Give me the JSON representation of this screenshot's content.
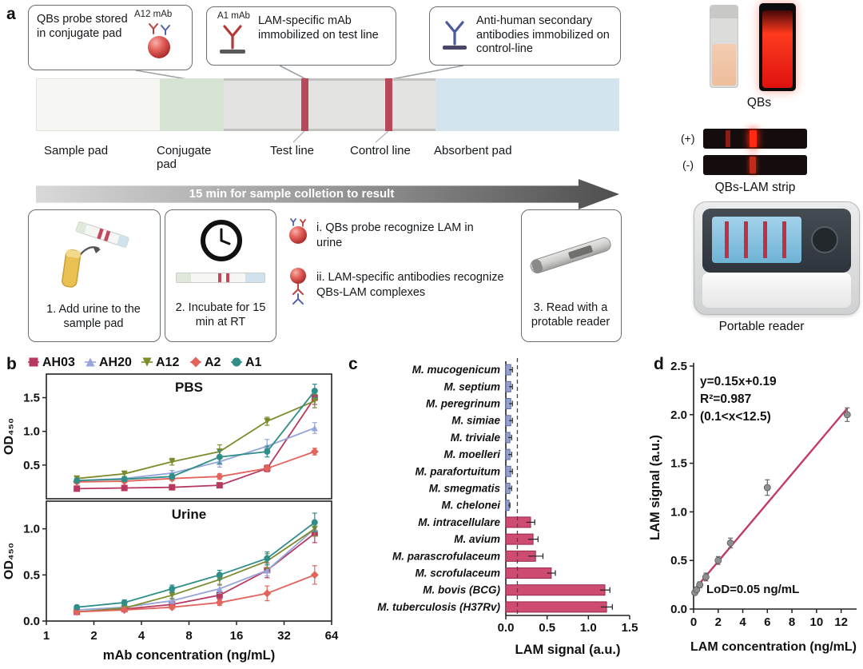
{
  "panels": {
    "a": "a",
    "b": "b",
    "c": "c",
    "d": "d"
  },
  "panel_a": {
    "callouts": [
      {
        "tag": "A12 mAb",
        "text": "QBs probe stored in conjugate pad"
      },
      {
        "tag": "A1 mAb",
        "text": "LAM-specific mAb immobilized on test line"
      },
      {
        "tag": "",
        "text": "Anti-human secondary antibodies immobilized on control-line"
      }
    ],
    "strip_labels": {
      "sample": "Sample pad",
      "conjugate": "Conjugate pad",
      "test": "Test line",
      "control": "Control line",
      "absorbent": "Absorbent pad"
    },
    "arrow_text": "15 min for sample colletion to result",
    "steps": {
      "step1": "1. Add urine to the sample pad",
      "step2": "2. Incubate for 15 min at RT",
      "mech_i": "i. QBs probe recognize LAM in urine",
      "mech_ii": "ii. LAM-specific antibodies recognize QBs-LAM complexes",
      "step3": "3. Read with a protable reader"
    },
    "right": {
      "qbs": "QBs",
      "plus": "(+)",
      "minus": "(-)",
      "strip": "QBs-LAM strip",
      "reader": "Portable reader"
    },
    "colors": {
      "test_line": "#b8495b",
      "conjugate_pad": "#d7e3d2",
      "absorbent_pad": "#d3e4ee"
    }
  },
  "chart_data": [
    {
      "id": "b",
      "type": "line",
      "xlabel": "mAb concentration (ng/mL)",
      "ylabel": "OD₄₅₀",
      "xscale": "log2",
      "xlim": [
        1,
        64
      ],
      "xticks": [
        1,
        2,
        4,
        8,
        16,
        32,
        64
      ],
      "x": [
        1.56,
        3.12,
        6.25,
        12.5,
        25,
        50
      ],
      "legend": [
        {
          "name": "AH03",
          "color": "#b7395f",
          "marker": "square"
        },
        {
          "name": "AH20",
          "color": "#96a5da",
          "marker": "triangle"
        },
        {
          "name": "A12",
          "color": "#7e8b2d",
          "marker": "triangle-down"
        },
        {
          "name": "A2",
          "color": "#e2645c",
          "marker": "diamond"
        },
        {
          "name": "A1",
          "color": "#2f8e88",
          "marker": "circle"
        }
      ],
      "subplots": [
        {
          "title": "PBS",
          "ylim": [
            0,
            1.85
          ],
          "yticks": [
            0.5,
            1.0,
            1.5
          ],
          "series": [
            {
              "name": "AH03",
              "values": [
                0.15,
                0.16,
                0.17,
                0.2,
                0.45,
                1.5
              ],
              "errors": [
                0.02,
                0.02,
                0.02,
                0.03,
                0.05,
                0.1
              ]
            },
            {
              "name": "AH20",
              "values": [
                0.27,
                0.3,
                0.38,
                0.55,
                0.78,
                1.05
              ],
              "errors": [
                0.03,
                0.03,
                0.04,
                0.08,
                0.1,
                0.08
              ]
            },
            {
              "name": "A12",
              "values": [
                0.3,
                0.37,
                0.55,
                0.7,
                1.15,
                1.45
              ],
              "errors": [
                0.03,
                0.04,
                0.05,
                0.1,
                0.06,
                0.1
              ]
            },
            {
              "name": "A2",
              "values": [
                0.25,
                0.26,
                0.3,
                0.33,
                0.45,
                0.7
              ],
              "errors": [
                0.02,
                0.02,
                0.03,
                0.04,
                0.05,
                0.05
              ]
            },
            {
              "name": "A1",
              "values": [
                0.27,
                0.29,
                0.33,
                0.62,
                0.7,
                1.6
              ],
              "errors": [
                0.03,
                0.03,
                0.04,
                0.1,
                0.08,
                0.1
              ]
            }
          ]
        },
        {
          "title": "Urine",
          "ylim": [
            0,
            1.3
          ],
          "yticks": [
            0.0,
            0.5,
            1.0
          ],
          "series": [
            {
              "name": "AH03",
              "values": [
                0.1,
                0.13,
                0.18,
                0.28,
                0.55,
                0.95
              ],
              "errors": [
                0.02,
                0.02,
                0.03,
                0.04,
                0.08,
                0.1
              ]
            },
            {
              "name": "AH20",
              "values": [
                0.12,
                0.15,
                0.22,
                0.35,
                0.55,
                1.0
              ],
              "errors": [
                0.02,
                0.02,
                0.03,
                0.05,
                0.06,
                0.08
              ]
            },
            {
              "name": "A12",
              "values": [
                0.1,
                0.14,
                0.28,
                0.45,
                0.65,
                1.0
              ],
              "errors": [
                0.02,
                0.03,
                0.04,
                0.06,
                0.08,
                0.08
              ]
            },
            {
              "name": "A2",
              "values": [
                0.1,
                0.12,
                0.15,
                0.2,
                0.3,
                0.5
              ],
              "errors": [
                0.02,
                0.02,
                0.02,
                0.03,
                0.08,
                0.1
              ]
            },
            {
              "name": "A1",
              "values": [
                0.15,
                0.2,
                0.35,
                0.5,
                0.68,
                1.07
              ],
              "errors": [
                0.02,
                0.03,
                0.04,
                0.05,
                0.07,
                0.1
              ]
            }
          ]
        }
      ]
    },
    {
      "id": "c",
      "type": "bar-horizontal",
      "xlabel": "LAM signal (a.u.)",
      "xlim": [
        0,
        1.5
      ],
      "xticks": [
        0.0,
        0.5,
        1.0,
        1.5
      ],
      "threshold_line": 0.14,
      "categories": [
        "M. mucogenicum",
        "M. septium",
        "M. peregrinum",
        "M. simiae",
        "M. triviale",
        "M. moelleri",
        "M. parafortuitum",
        "M. smegmatis",
        "M. chelonei",
        "M. intracellulare",
        "M. avium",
        "M. parascrofulaceum",
        "M. scrofulaceum",
        "M. bovis (BCG)",
        "M. tuberculosis (H37Rv)"
      ],
      "values": [
        0.06,
        0.06,
        0.06,
        0.06,
        0.05,
        0.05,
        0.06,
        0.05,
        0.04,
        0.3,
        0.33,
        0.36,
        0.55,
        1.2,
        1.22
      ],
      "errors": [
        0.02,
        0.02,
        0.02,
        0.02,
        0.02,
        0.02,
        0.02,
        0.02,
        0.01,
        0.05,
        0.06,
        0.09,
        0.05,
        0.06,
        0.07
      ],
      "colors": [
        "#93a2d0",
        "#93a2d0",
        "#93a2d0",
        "#93a2d0",
        "#93a2d0",
        "#93a2d0",
        "#93a2d0",
        "#93a2d0",
        "#93a2d0",
        "#ce4b71",
        "#ce4b71",
        "#ce4b71",
        "#ce4b71",
        "#ce4b71",
        "#ce4b71"
      ],
      "edge_colors": [
        "#5c6b9e",
        "#5c6b9e",
        "#5c6b9e",
        "#5c6b9e",
        "#5c6b9e",
        "#5c6b9e",
        "#5c6b9e",
        "#5c6b9e",
        "#5c6b9e",
        "#97294c",
        "#97294c",
        "#97294c",
        "#97294c",
        "#97294c",
        "#97294c"
      ]
    },
    {
      "id": "d",
      "type": "scatter",
      "xlabel": "LAM concentration (ng/mL)",
      "ylabel": "LAM signal (a.u.)",
      "xlim": [
        0,
        13
      ],
      "ylim": [
        0,
        2.5
      ],
      "xticks": [
        0,
        2,
        4,
        6,
        8,
        10,
        12
      ],
      "yticks": [
        0.0,
        0.5,
        1.0,
        1.5,
        2.0,
        2.5
      ],
      "points": {
        "x": [
          0.1,
          0.25,
          0.5,
          1,
          2,
          3,
          6,
          12.5
        ],
        "y": [
          0.17,
          0.2,
          0.25,
          0.33,
          0.5,
          0.68,
          1.25,
          2.0
        ],
        "errors": [
          0.02,
          0.02,
          0.03,
          0.04,
          0.04,
          0.05,
          0.08,
          0.07
        ]
      },
      "fit": {
        "equation": "y=0.15x+0.19",
        "r2": "R²=0.987",
        "range": "(0.1<x<12.5)",
        "slope": 0.15,
        "intercept": 0.19,
        "x_start": 0.1,
        "x_end": 12.5,
        "color": "#c23b66"
      },
      "lod": "LoD=0.05 ng/mL",
      "point_color": "#8f8f8f"
    }
  ]
}
